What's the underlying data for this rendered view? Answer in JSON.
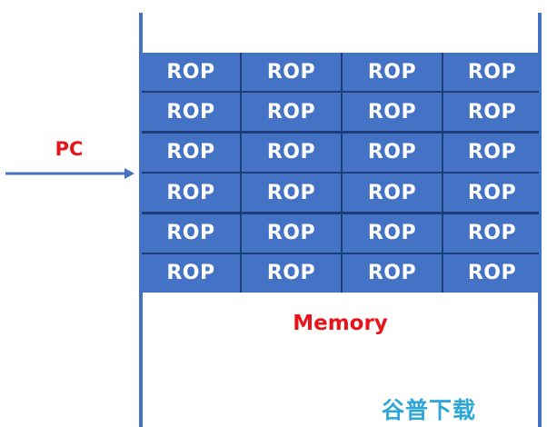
{
  "diagram": {
    "pointer_label": "PC",
    "region_label": "Memory",
    "cell_text": "ROP",
    "rows": 6,
    "cols": 4
  },
  "watermark": {
    "text": "谷普下载"
  },
  "colors": {
    "cell_fill": "#4472c4",
    "cell_border": "#1f3d78",
    "accent_red": "#e8141b",
    "watermark": "#2fa7d6"
  }
}
